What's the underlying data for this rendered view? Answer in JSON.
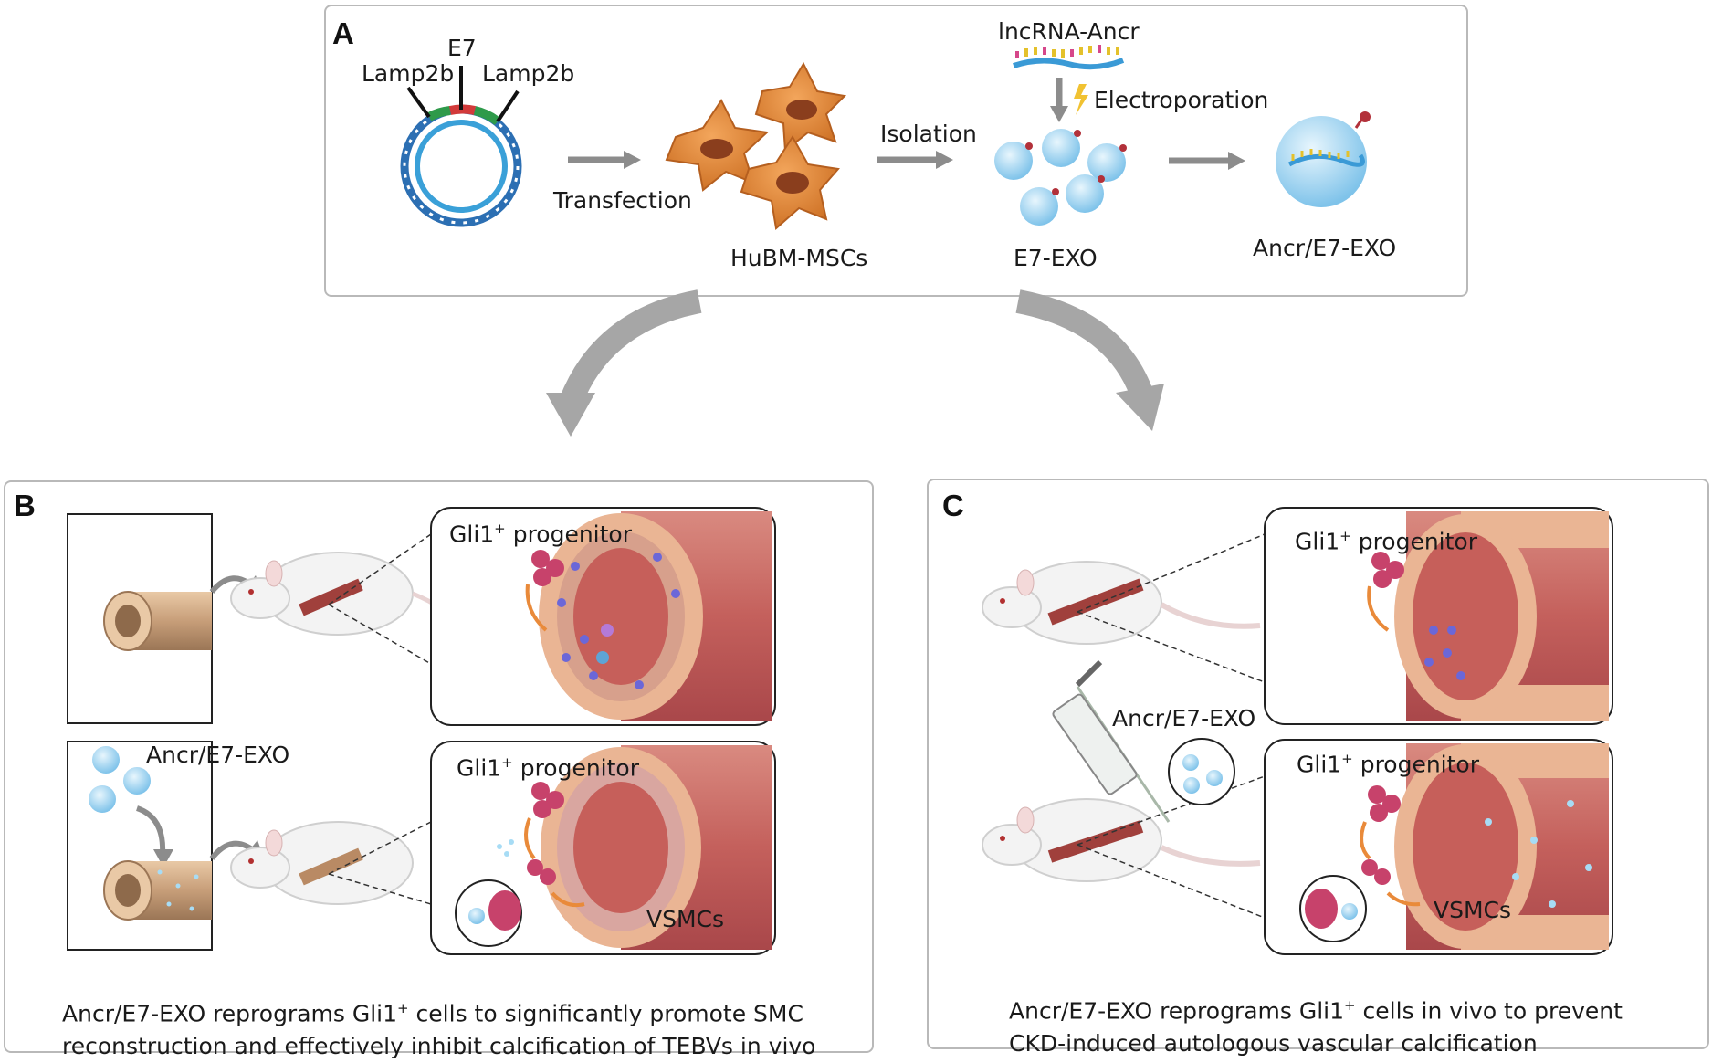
{
  "panels": {
    "a": {
      "label": "A",
      "plasmid": {
        "left": "Lamp2b",
        "center": "E7",
        "right": "Lamp2b"
      },
      "step1": "Transfection",
      "cells": "HuBM-MSCs",
      "step2": "Isolation",
      "rna": "lncRNA-Ancr",
      "step3": "Electroporation",
      "exo": "E7-EXO",
      "loaded": "Ancr/E7-EXO"
    },
    "b": {
      "label": "B",
      "top_progenitor": "Gli1",
      "top_progenitor_sup": "+",
      "top_progenitor_rest": " progenitor",
      "bottom_exo": "Ancr/E7-EXO",
      "bottom_progenitor": "Gli1",
      "bottom_progenitor_sup": "+",
      "bottom_progenitor_rest": " progenitor",
      "vsmc": "VSMCs",
      "caption_line1_a": "Ancr/E7-EXO reprograms Gli1",
      "caption_sup": "+",
      "caption_line1_b": " cells  to significantly promote SMC",
      "caption_line2": "reconstruction  and effectively inhibit calcification of TEBVs in vivo"
    },
    "c": {
      "label": "C",
      "top_progenitor": "Gli1",
      "top_progenitor_sup": "+",
      "top_progenitor_rest": " progenitor",
      "exo": "Ancr/E7-EXO",
      "bottom_progenitor": "Gli1",
      "bottom_progenitor_sup": "+",
      "bottom_progenitor_rest": " progenitor",
      "vsmc": "VSMCs",
      "caption_line1_a": "Ancr/E7-EXO reprograms Gli1",
      "caption_sup": "+",
      "caption_line1_b": " cells in vivo to prevent",
      "caption_line2": "CKD-induced autologous vascular calcification"
    }
  },
  "colors": {
    "vessel": "#c96a66",
    "vessel_inner": "#f0c2a4",
    "cell_orange": "#e28a3c",
    "exosome": "#9fd2ef",
    "progenitor_blue": "#6b67d8",
    "arrow_grey": "#8c8c8c"
  }
}
